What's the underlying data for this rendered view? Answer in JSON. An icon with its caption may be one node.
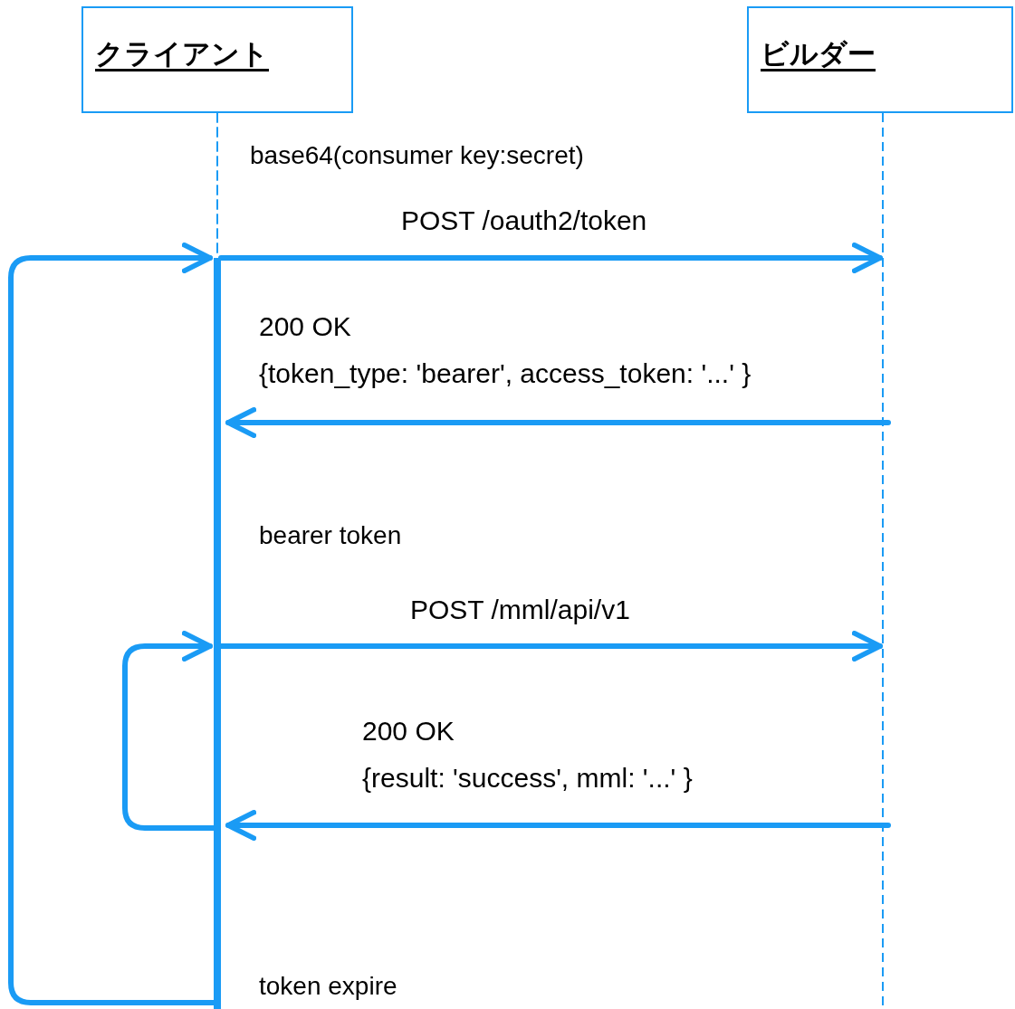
{
  "diagram": {
    "nodes": [
      {
        "text": [
          "クライアント"
        ]
      },
      {
        "text": [
          "ビルダー"
        ]
      },
      {
        "text": [],
        "shape": "bar"
      },
      {
        "text": [],
        "shape": "line"
      }
    ],
    "edges": [
      {
        "from": 0,
        "to": 2,
        "arrow": "none",
        "style": "dashed"
      },
      {
        "from": 2,
        "to": 3,
        "arrow": "to",
        "label": "POST /oauth2/token"
      },
      {
        "from": 3,
        "to": 2,
        "arrow": "to",
        "label": "200 OK"
      },
      {
        "from": 2,
        "to": 3,
        "arrow": "to",
        "label": "POST /mml/api/v1"
      },
      {
        "from": 3,
        "to": 2,
        "arrow": "to",
        "label": "200 OK"
      },
      {
        "from": 2,
        "to": 2,
        "arrow": "to"
      },
      {
        "from": 2,
        "to": 2,
        "arrow": "to"
      }
    ],
    "labels": [
      "base64(consumer key:secret)",
      "{token_type: 'bearer', access_token: '...' }",
      "bearer token",
      "{result: 'success', mml: '...' }",
      "token expire"
    ]
  }
}
